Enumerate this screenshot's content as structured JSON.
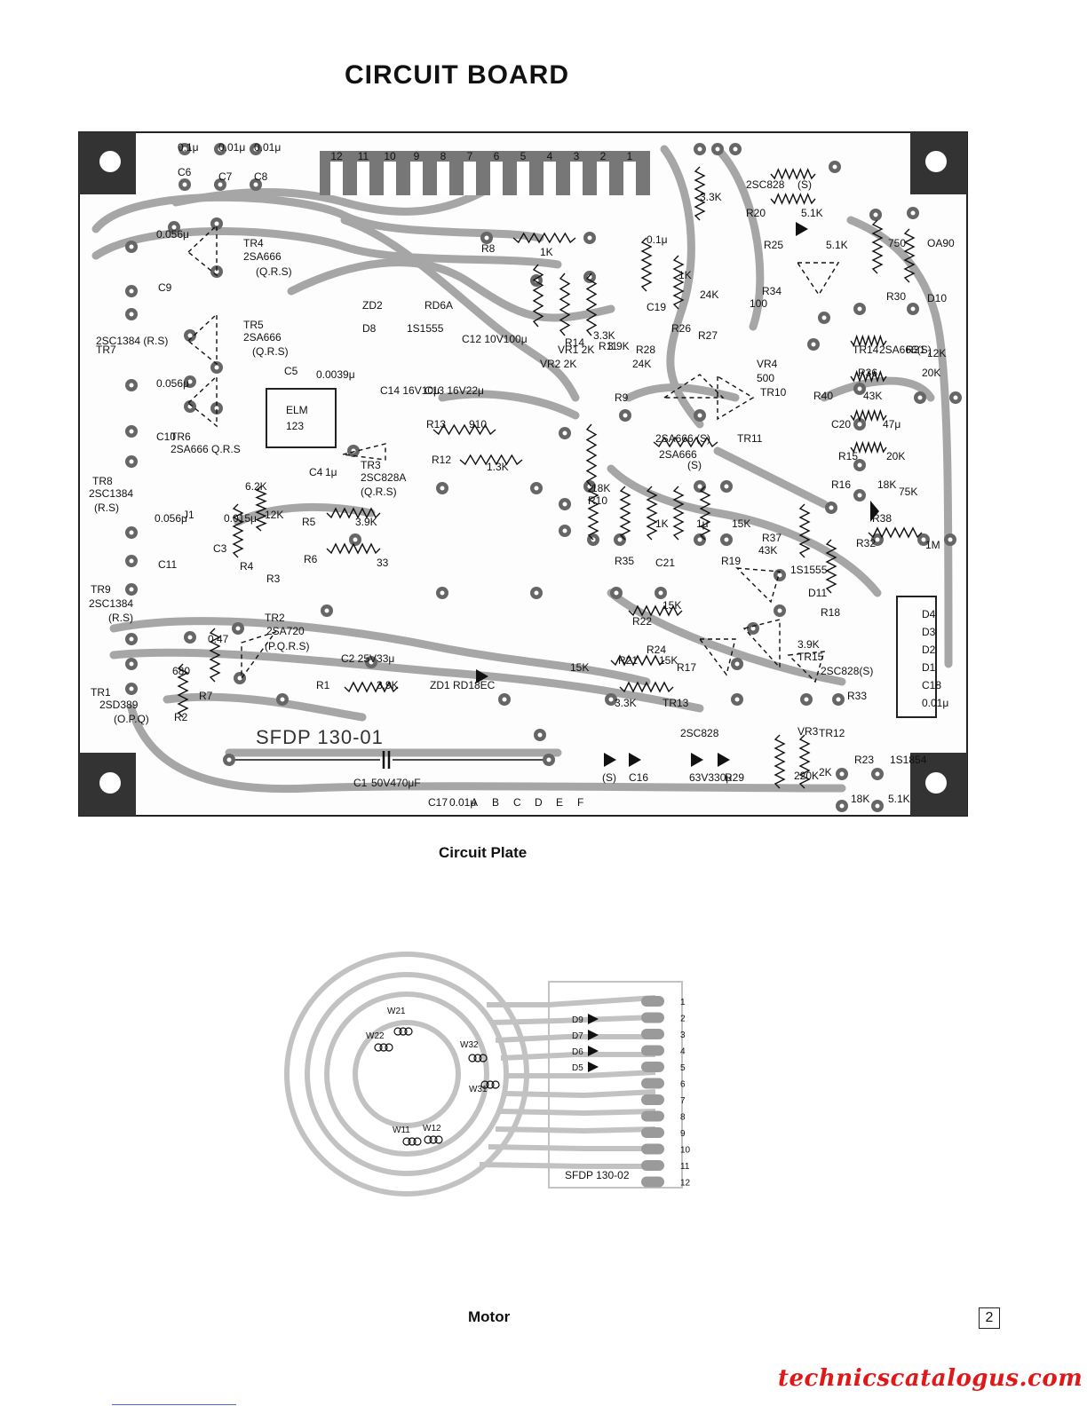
{
  "page": {
    "title": "CIRCUIT BOARD",
    "caption_plate": "Circuit Plate",
    "caption_motor": "Motor",
    "page_number": "2",
    "watermark": "technicscatalogus.com"
  },
  "colors": {
    "trace": "#9a9a9a",
    "trace_light": "#bdbdbd",
    "ink": "#111111",
    "watermark": "#e01818"
  },
  "board": {
    "part_number": "SFDP 130-01",
    "connector_pins": [
      "12",
      "11",
      "10",
      "9",
      "8",
      "7",
      "6",
      "5",
      "4",
      "3",
      "2",
      "1"
    ],
    "labels": [
      "C6",
      "0.1μ",
      "C7",
      "0.01μ",
      "C8",
      "0.01μ",
      "C9",
      "0.056μ",
      "TR4",
      "2SA666",
      "(Q.R.S)",
      "TR7",
      "2SC1384 (R.S)",
      "TR5",
      "2SA666",
      "(Q.R.S)",
      "C10",
      "0.056μ",
      "TR6",
      "2SA666 Q.R.S",
      "TR8",
      "2SC1384",
      "(R.S)",
      "C11",
      "0.056μ",
      "TR9",
      "2SC1384",
      "(R.S)",
      "TR1",
      "2SD389",
      "(O.P.Q)",
      "680",
      "R2",
      "0.47",
      "R7",
      "TR2",
      "2SA720",
      "(P.Q.R.S)",
      "C2 25V33μ",
      "R1",
      "3.9K",
      "ZD1",
      "RD18EC",
      "C1",
      "50V470μF",
      "C5",
      "0.0039μ",
      "ELM",
      "123",
      "C4",
      "1μ",
      "TR3",
      "2SC828A",
      "(Q.R.S)",
      "J1",
      "C3",
      "0.015μ",
      "R4",
      "6.2K",
      "R3",
      "12K",
      "R5",
      "3.9K",
      "R6",
      "33",
      "ZD2",
      "RD6A",
      "D8",
      "1S1555",
      "C14 16V10μ",
      "C13 16V22μ",
      "C12 10V100μ",
      "R8",
      "1K",
      "R13",
      "910",
      "R12",
      "1.3K",
      "VR2 2K",
      "VR1 2K",
      "R14",
      "3.3K",
      "R11",
      "3.9K",
      "R10",
      "18K",
      "R9",
      "3.3K",
      "C19",
      "0.1μ",
      "R26",
      "1K",
      "R27",
      "24K",
      "R28",
      "24K",
      "VR4",
      "500",
      "TR10",
      "2SA666 (S)",
      "TR11",
      "2SA666",
      "(S)",
      "R35",
      "1K",
      "C21",
      "1μ",
      "R19",
      "15K",
      "R22",
      "15K",
      "R24",
      "15K",
      "R17",
      "15K",
      "R21",
      "3.3K",
      "TR13",
      "2SC828",
      "(S)",
      "R20",
      "5.1K",
      "R25",
      "5.1K",
      "R34",
      "100",
      "R30",
      "750",
      "D10",
      "OA90",
      "TR14",
      "2SA666(S)",
      "R31",
      "12K",
      "R36",
      "20K",
      "R40",
      "43K",
      "C20",
      "47μ",
      "R15",
      "20K",
      "R16",
      "18K",
      "R38",
      "75K",
      "R32",
      "1M",
      "R37",
      "43K",
      "D11",
      "1S1555",
      "R18",
      "3.9K",
      "TR15",
      "2SC828(S)",
      "R33",
      "220K",
      "VR3",
      "2K",
      "TR12",
      "2SC828",
      "(S)",
      "C16",
      "63V330μ",
      "R29",
      "18K",
      "R23",
      "5.1K",
      "1S1854",
      "D4",
      "D3",
      "D2",
      "D1",
      "C18",
      "0.01μ",
      "C17",
      "0.01μ",
      "A",
      "B",
      "C",
      "D",
      "E",
      "F"
    ]
  },
  "motor": {
    "part_number": "SFDP 130-02",
    "coil_labels": [
      "W21",
      "W22",
      "W32",
      "W31",
      "W11",
      "W12"
    ],
    "diode_labels": [
      "D9",
      "D7",
      "D6",
      "D5"
    ],
    "pins": [
      "1",
      "2",
      "3",
      "4",
      "5",
      "6",
      "7",
      "8",
      "9",
      "10",
      "11",
      "12"
    ]
  }
}
